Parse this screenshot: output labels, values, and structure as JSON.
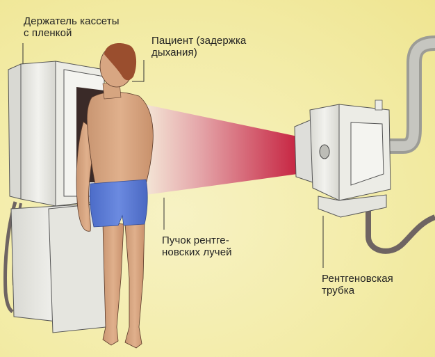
{
  "diagram": {
    "title": "",
    "labels": {
      "cassette_holder": "Держатель кассеты\nс пленкой",
      "patient": "Пациент (задержка\nдыхания)",
      "beam": "Пучок рентге-\nновских лучей",
      "tube": "Рентгеновская\nтрубка"
    },
    "components": [
      {
        "id": "cassette-holder",
        "name": "Держатель кассеты с пленкой"
      },
      {
        "id": "patient",
        "name": "Пациент (задержка дыхания)"
      },
      {
        "id": "xray-beam",
        "name": "Пучок рентгеновских лучей"
      },
      {
        "id": "xray-tube",
        "name": "Рентгеновская трубка"
      }
    ],
    "colors": {
      "background": "#f3eca8",
      "beam_near_tube": "#c41a3c",
      "beam_near_patient": "#f1d9d0",
      "device": "#e9e9e4",
      "shorts": "#5b7ad0",
      "skin": "#d9a883",
      "hair": "#9a4e2e",
      "cable": "#7a6a68"
    }
  }
}
